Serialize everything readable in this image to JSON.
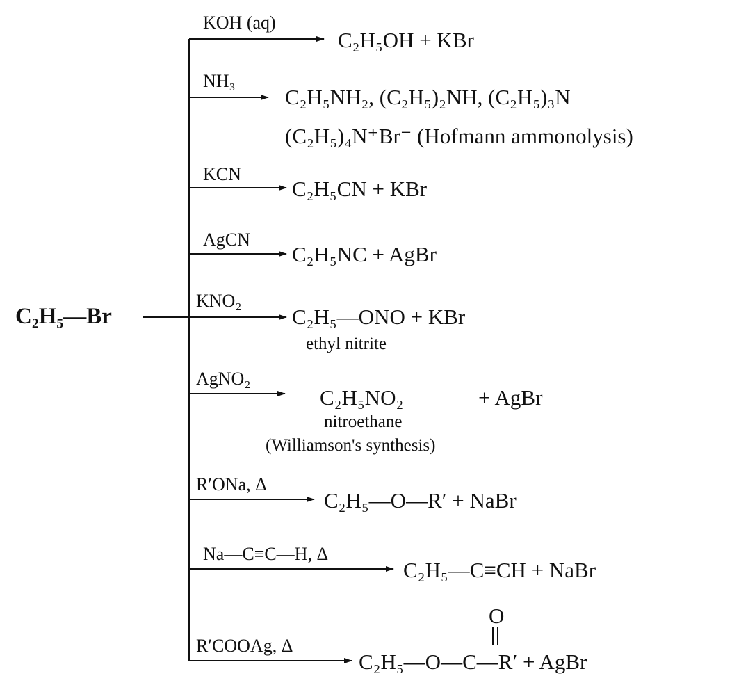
{
  "reactant": "C₂H₅—Br",
  "branches": [
    {
      "reagent": "KOH (aq)",
      "product": "C₂H₅OH + KBr"
    },
    {
      "reagent": "NH₃",
      "product": "C₂H₅NH₂, (C₂H₅)₂NH, (C₂H₅)₃N",
      "product_line2": "(C₂H₅)₄N⁺Br⁻ (Hofmann ammonolysis)"
    },
    {
      "reagent": "KCN",
      "product": "C₂H₅CN + KBr"
    },
    {
      "reagent": "AgCN",
      "product": "C₂H₅NC + AgBr"
    },
    {
      "reagent": "KNO₂",
      "product": "C₂H₅—ONO + KBr",
      "note": "ethyl nitrite"
    },
    {
      "reagent": "AgNO₂",
      "product": "C₂H₅NO₂",
      "product_plus": "+ AgBr",
      "note": "nitroethane",
      "note2": "(Williamson's synthesis)"
    },
    {
      "reagent": "R′ONa, Δ",
      "product": "C₂H₅—O—R′ + NaBr"
    },
    {
      "reagent": "Na—C≡C—H, Δ",
      "product": "C₂H₅—C≡CH + NaBr"
    },
    {
      "reagent": "R′COOAg, Δ",
      "product": "C₂H₅—O—C—R′ + AgBr",
      "carbonyl_o": "O"
    }
  ]
}
